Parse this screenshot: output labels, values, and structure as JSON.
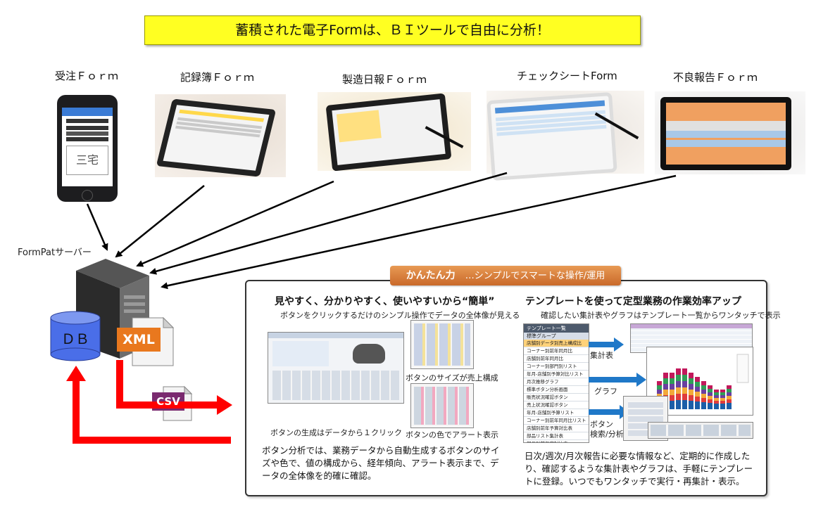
{
  "banner": {
    "text": "蓄積された電子Formは、ＢＩツールで自由に分析！"
  },
  "forms": [
    {
      "label": "受注Ｆｏｒｍ"
    },
    {
      "label": "記録簿Ｆｏｒｍ"
    },
    {
      "label": "製造日報Ｆｏｒｍ"
    },
    {
      "label": "チェックシートForm"
    },
    {
      "label": "不良報告Ｆｏｒｍ"
    }
  ],
  "server": {
    "label": "FormPatサーバー",
    "db_label": "ＤＢ",
    "xml_label": "XML",
    "csv_label": "CSV"
  },
  "panel": {
    "tab_title": "かんたん力",
    "tab_subtitle": "…シンプルでスマートな操作/運用",
    "left": {
      "title": "見やすく、分かりやすく、使いやすいから“簡単”",
      "subtitle": "ボタンをクリックするだけのシンプル操作でデータの全体像が見える",
      "caption_size": "ボタンのサイズが売上構成",
      "caption_generate": "ボタンの生成はデータから１クリック",
      "caption_color": "ボタンの色でアラート表示",
      "body": "ボタン分析では、業務データから自動生成するボタンのサイズや色で、値の構成から、経年傾向、アラート表示まで、データの全体像を的確に確認。"
    },
    "right": {
      "title": "テンプレートを使って定型業務の作業効率アップ",
      "subtitle": "確認したい集計表やグラフはテンプレート一覧からワンタッチで表示",
      "label_table": "集計表",
      "label_graph": "グラフ",
      "label_button": "ボタン\n検索/分析",
      "list_header": "テンプレート一覧",
      "list_group": "標準グループ",
      "list_items": [
        "店舗別データ別売上構成比",
        "コーナー別前年同月比",
        "店舗別前年同月比",
        "コーナー別部門別リスト",
        "年月-店舗別予算対比リスト",
        "月次推移グラフ",
        "標準ボタン分析画面",
        "販売状況確認ボタン",
        "売上状況確認ボタン",
        "年月-店舗別予算リスト",
        "コーナー別前年同月比リスト",
        "店舗別前年予算対比表",
        "部品リスト集計表",
        "部品別前年度対比表"
      ],
      "body": "日次/週次/月次報告に必要な情報など、定期的に作成したり、確認するような集計表やグラフは、手軽にテンプレートに登録。いつでもワンタッチで実行・再集計・表示。"
    }
  },
  "colors": {
    "banner": "#ffff22",
    "arrow_red": "#ff0000",
    "arrow_blue": "#1f78c8",
    "tab_orange": "#d8783a",
    "db_blue": "#4a6ee8"
  }
}
